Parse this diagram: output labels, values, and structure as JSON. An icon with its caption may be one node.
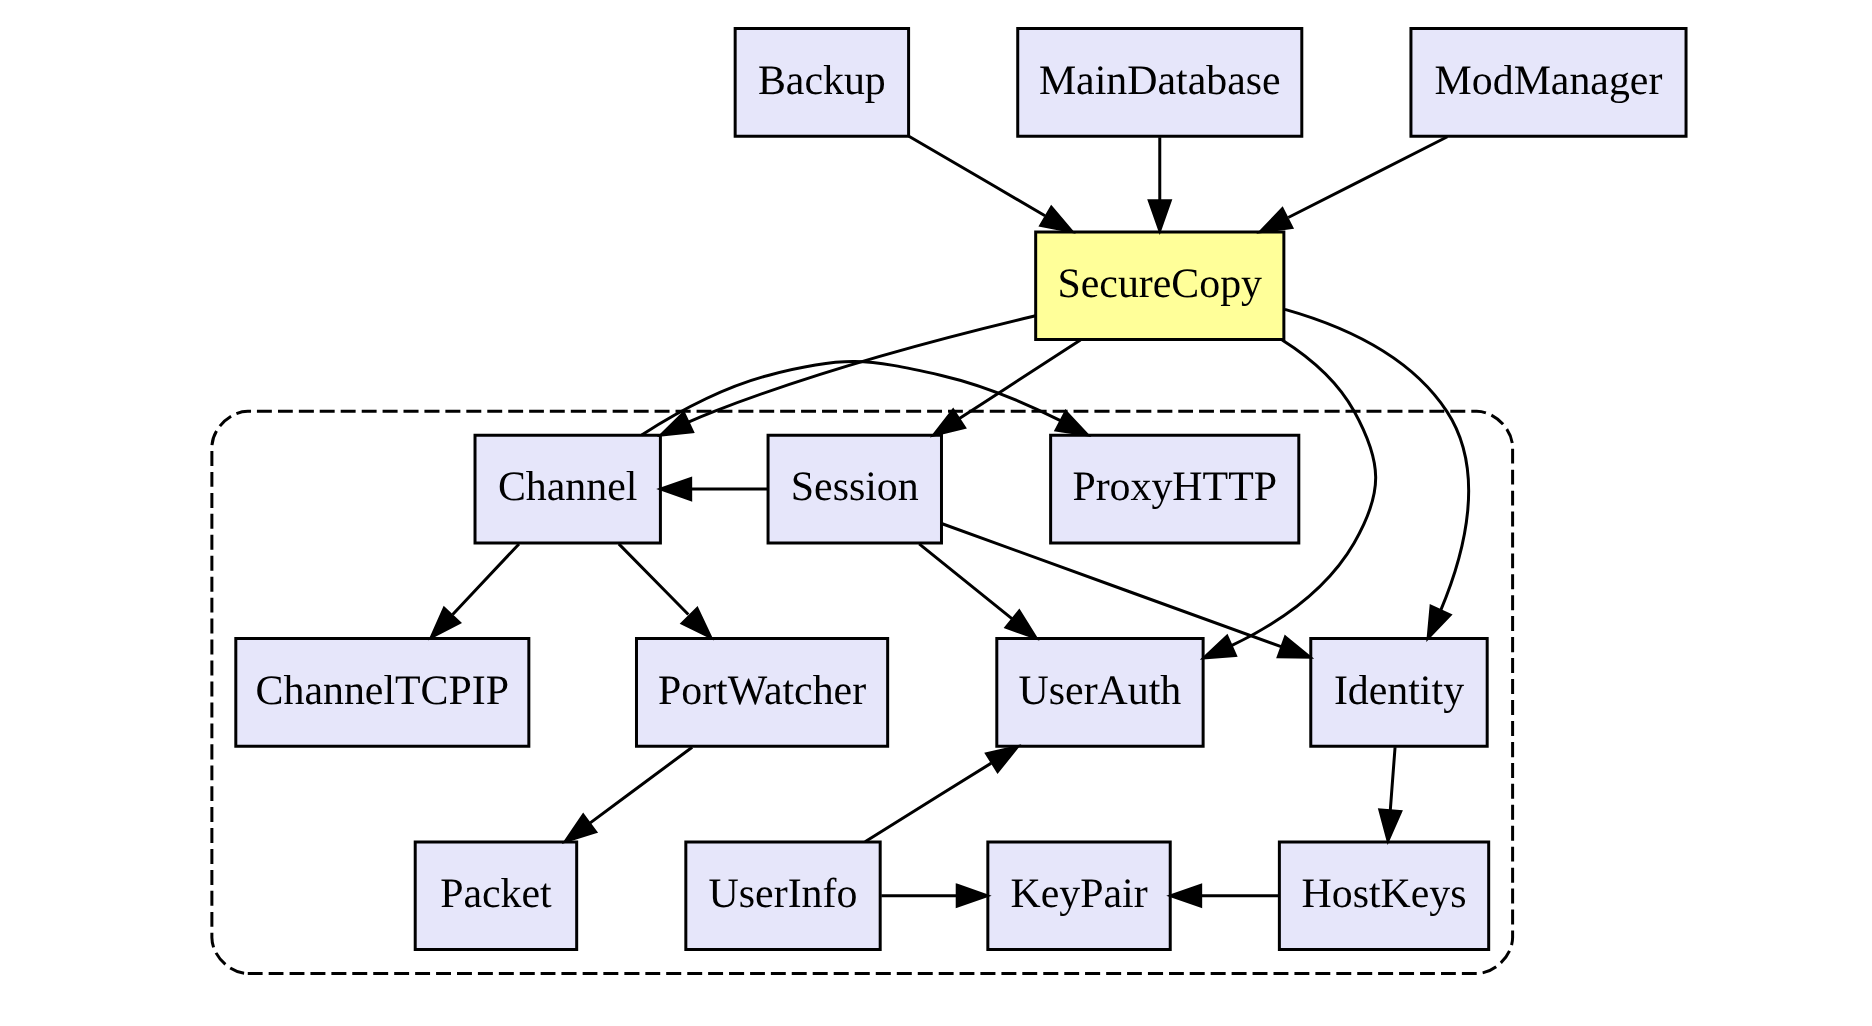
{
  "diagram": {
    "nodes": [
      {
        "text": [
          "Backup"
        ]
      },
      {
        "text": [
          "MainDatabase"
        ]
      },
      {
        "text": [
          "ModManager"
        ]
      },
      {
        "text": [
          "SecureCopy"
        ]
      },
      {
        "text": [],
        "shape": "box"
      },
      {
        "text": [
          "ProxyHTTP"
        ],
        "in": 4
      },
      {
        "text": [
          "Channel"
        ],
        "in": 4
      },
      {
        "text": [
          "Session"
        ],
        "in": 4
      },
      {
        "text": [
          "ChannelTCPIP"
        ],
        "in": 4
      },
      {
        "text": [
          "Identity"
        ],
        "in": 4
      },
      {
        "text": [
          "PortWatcher"
        ],
        "in": 4
      },
      {
        "text": [
          "UserAuth"
        ],
        "in": 4
      },
      {
        "text": [
          "Packet"
        ],
        "in": 4
      },
      {
        "text": [
          "UserInfo"
        ],
        "in": 4
      },
      {
        "text": [
          "KeyPair"
        ],
        "in": 4
      },
      {
        "text": [
          "HostKeys"
        ],
        "in": 4
      }
    ],
    "edges": [
      {
        "from": 0,
        "to": 3,
        "arrow": "to"
      },
      {
        "from": 1,
        "to": 3,
        "arrow": "to"
      },
      {
        "from": 2,
        "to": 3,
        "arrow": "to"
      },
      {
        "from": 3,
        "to": 6,
        "arrow": "to"
      },
      {
        "from": 3,
        "to": 11,
        "arrow": "to"
      },
      {
        "from": 3,
        "to": 7,
        "arrow": "to"
      },
      {
        "from": 3,
        "to": 9,
        "arrow": "to"
      },
      {
        "from": 7,
        "to": 6,
        "arrow": "to"
      },
      {
        "from": 7,
        "to": 11,
        "arrow": "to"
      },
      {
        "from": 7,
        "to": 9,
        "arrow": "to"
      },
      {
        "from": 6,
        "to": 5,
        "arrow": "to"
      },
      {
        "from": 6,
        "to": 8,
        "arrow": "to"
      },
      {
        "from": 6,
        "to": 10,
        "arrow": "to"
      },
      {
        "from": 10,
        "to": 12,
        "arrow": "to"
      },
      {
        "from": 9,
        "to": 15,
        "arrow": "to"
      },
      {
        "from": 15,
        "to": 14,
        "arrow": "to"
      },
      {
        "from": 13,
        "to": 14,
        "arrow": "to"
      },
      {
        "from": 13,
        "to": 11,
        "arrow": "to"
      }
    ]
  }
}
